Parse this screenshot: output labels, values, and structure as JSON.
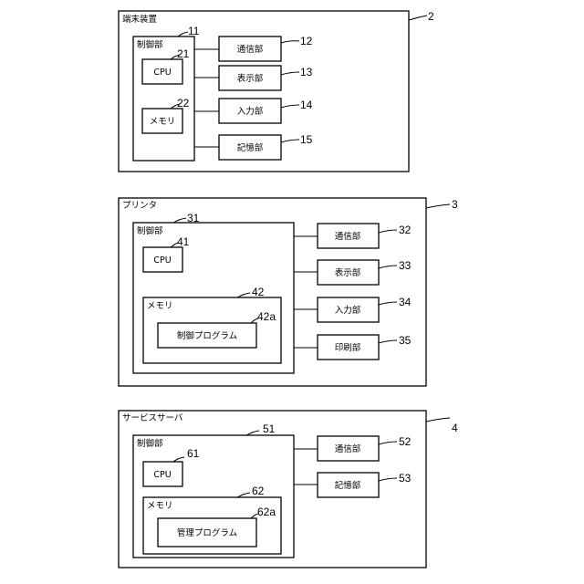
{
  "terminal": {
    "title": "端末装置",
    "ref": "2",
    "control": {
      "label": "制御部",
      "ref": "11"
    },
    "cpu": {
      "label": "CPU",
      "ref": "21"
    },
    "memory": {
      "label": "メモリ",
      "ref": "22"
    },
    "comm": {
      "label": "通信部",
      "ref": "12"
    },
    "display": {
      "label": "表示部",
      "ref": "13"
    },
    "input": {
      "label": "入力部",
      "ref": "14"
    },
    "storage": {
      "label": "記憶部",
      "ref": "15"
    }
  },
  "printer": {
    "title": "プリンタ",
    "ref": "3",
    "control": {
      "label": "制御部",
      "ref": "31"
    },
    "cpu": {
      "label": "CPU",
      "ref": "41"
    },
    "memory": {
      "label": "メモリ",
      "ref": "42"
    },
    "program": {
      "label": "制御プログラム",
      "ref": "42a"
    },
    "comm": {
      "label": "通信部",
      "ref": "32"
    },
    "display": {
      "label": "表示部",
      "ref": "33"
    },
    "input": {
      "label": "入力部",
      "ref": "34"
    },
    "print": {
      "label": "印刷部",
      "ref": "35"
    }
  },
  "server": {
    "title": "サービスサーバ",
    "ref": "4",
    "control": {
      "label": "制御部",
      "ref": "51"
    },
    "cpu": {
      "label": "CPU",
      "ref": "61"
    },
    "memory": {
      "label": "メモリ",
      "ref": "62"
    },
    "program": {
      "label": "管理プログラム",
      "ref": "62a"
    },
    "comm": {
      "label": "通信部",
      "ref": "52"
    },
    "storage": {
      "label": "記憶部",
      "ref": "53"
    }
  }
}
